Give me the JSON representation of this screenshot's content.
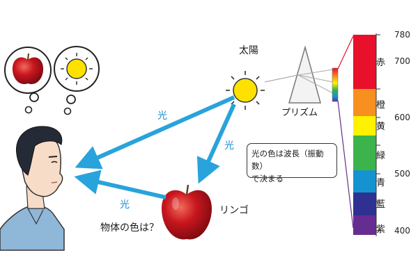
{
  "labels": {
    "sun": "太陽",
    "prism": "プリズム",
    "light_upper": "光",
    "light_middle": "光",
    "light_lower": "光",
    "apple": "リンゴ",
    "question": "物体の色は？"
  },
  "note": {
    "line1": "光の色は波長（振動数）",
    "line2": "で決まる"
  },
  "spectrum": {
    "ticks": [
      "780",
      "700",
      "600",
      "500",
      "400"
    ],
    "color_names": [
      "赤",
      "橙",
      "黄",
      "緑",
      "青",
      "藍",
      "紫"
    ],
    "band_colors": [
      "#e8102a",
      "#f7901e",
      "#fff200",
      "#3cb44b",
      "#1493d0",
      "#2e3192",
      "#662d91"
    ]
  },
  "colors": {
    "arrow": "#29a3dc",
    "sun": "#ffe100",
    "apple": "#c0141c",
    "shirt": "#8fb7d8"
  },
  "icons": {
    "thought_apple": "apple-icon",
    "thought_sun": "sun-icon"
  }
}
